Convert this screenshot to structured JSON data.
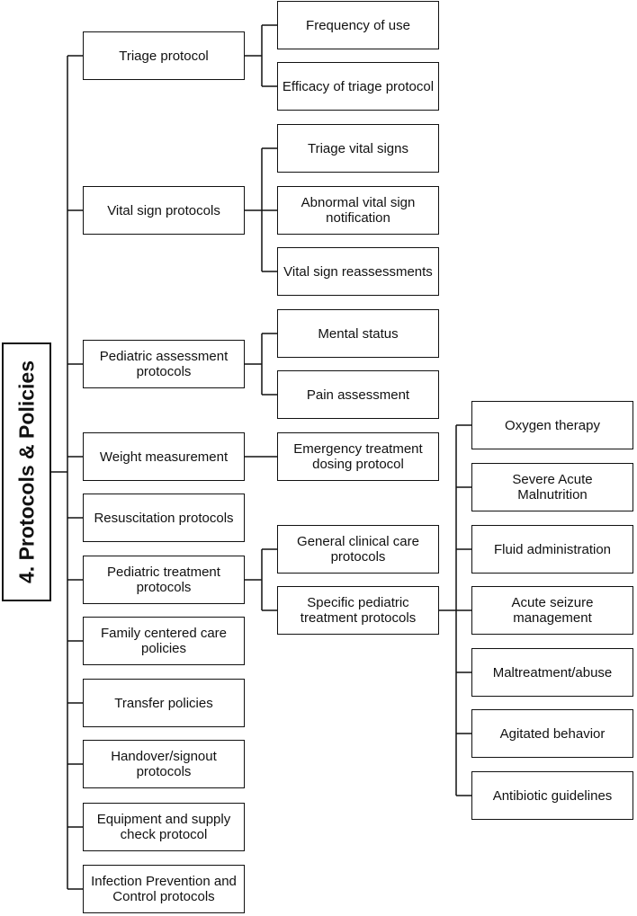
{
  "root": "4. Protocols & Policies",
  "categories": [
    {
      "label": "Triage protocol",
      "children": [
        "Frequency of use",
        "Efficacy of triage protocol"
      ]
    },
    {
      "label": "Vital sign protocols",
      "children": [
        "Triage vital signs",
        "Abnormal vital sign notification",
        "Vital sign reassessments"
      ]
    },
    {
      "label": "Pediatric assessment protocols",
      "children": [
        "Mental status",
        "Pain assessment"
      ]
    },
    {
      "label": "Weight measurement",
      "children": [
        "Emergency treatment dosing protocol"
      ]
    },
    {
      "label": "Resuscitation protocols"
    },
    {
      "label": "Pediatric treatment protocols",
      "children": [
        "General clinical care protocols",
        "Specific pediatric treatment protocols"
      ]
    },
    {
      "label": "Family centered care policies"
    },
    {
      "label": "Transfer policies"
    },
    {
      "label": "Handover/signout protocols"
    },
    {
      "label": "Equipment and supply check protocol"
    },
    {
      "label": "Infection Prevention and Control protocols"
    }
  ],
  "specific_treatment_children": [
    "Oxygen therapy",
    "Severe Acute Malnutrition",
    "Fluid administration",
    "Acute seizure management",
    "Maltreatment/abuse",
    "Agitated behavior",
    "Antibiotic guidelines"
  ]
}
